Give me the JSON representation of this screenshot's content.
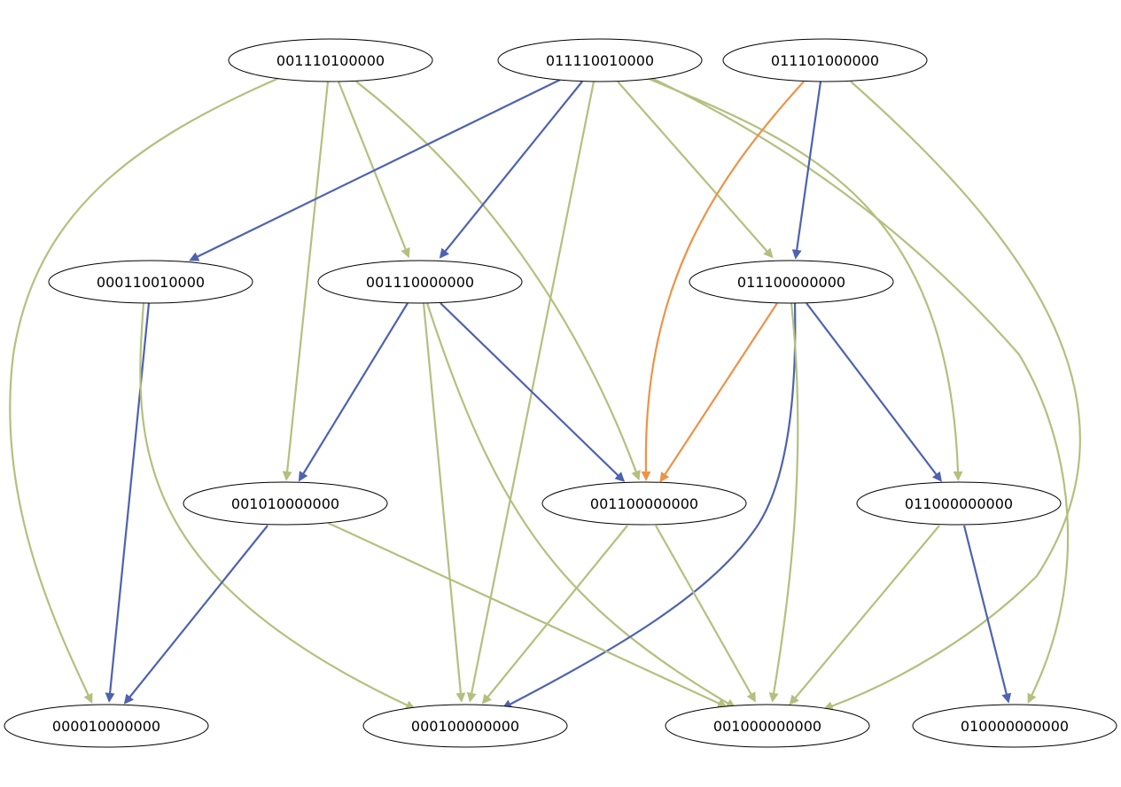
{
  "colors": {
    "green": "#b3c07e",
    "blue": "#4d62b0",
    "orange": "#ee9246",
    "node_stroke": "#000000"
  },
  "nodes": [
    {
      "id": "A",
      "label": "001110100000"
    },
    {
      "id": "B",
      "label": "011110010000"
    },
    {
      "id": "C",
      "label": "011101000000"
    },
    {
      "id": "D",
      "label": "000110010000"
    },
    {
      "id": "E",
      "label": "001110000000"
    },
    {
      "id": "F",
      "label": "011100000000"
    },
    {
      "id": "G",
      "label": "001010000000"
    },
    {
      "id": "H",
      "label": "001100000000"
    },
    {
      "id": "I",
      "label": "011000000000"
    },
    {
      "id": "J",
      "label": "000010000000"
    },
    {
      "id": "K",
      "label": "000100000000"
    },
    {
      "id": "L",
      "label": "001000000000"
    },
    {
      "id": "M",
      "label": "010000000000"
    }
  ],
  "edges": [
    {
      "from": "A",
      "to": "J",
      "color": "green"
    },
    {
      "from": "A",
      "to": "G",
      "color": "green"
    },
    {
      "from": "A",
      "to": "E",
      "color": "green"
    },
    {
      "from": "A",
      "to": "H",
      "color": "green"
    },
    {
      "from": "B",
      "to": "D",
      "color": "blue"
    },
    {
      "from": "B",
      "to": "E",
      "color": "blue"
    },
    {
      "from": "B",
      "to": "K",
      "color": "green"
    },
    {
      "from": "B",
      "to": "F",
      "color": "green"
    },
    {
      "from": "B",
      "to": "I",
      "color": "green"
    },
    {
      "from": "B",
      "to": "M",
      "color": "green"
    },
    {
      "from": "C",
      "to": "H",
      "color": "orange"
    },
    {
      "from": "C",
      "to": "F",
      "color": "blue"
    },
    {
      "from": "C",
      "to": "L",
      "color": "green"
    },
    {
      "from": "D",
      "to": "J",
      "color": "blue"
    },
    {
      "from": "D",
      "to": "K",
      "color": "green"
    },
    {
      "from": "E",
      "to": "G",
      "color": "blue"
    },
    {
      "from": "E",
      "to": "K",
      "color": "green"
    },
    {
      "from": "E",
      "to": "L",
      "color": "green"
    },
    {
      "from": "E",
      "to": "H",
      "color": "blue"
    },
    {
      "from": "F",
      "to": "H",
      "color": "orange"
    },
    {
      "from": "F",
      "to": "K",
      "color": "blue"
    },
    {
      "from": "F",
      "to": "L",
      "color": "green"
    },
    {
      "from": "F",
      "to": "I",
      "color": "blue"
    },
    {
      "from": "G",
      "to": "J",
      "color": "blue"
    },
    {
      "from": "G",
      "to": "L",
      "color": "green"
    },
    {
      "from": "H",
      "to": "K",
      "color": "green"
    },
    {
      "from": "H",
      "to": "L",
      "color": "green"
    },
    {
      "from": "I",
      "to": "L",
      "color": "green"
    },
    {
      "from": "I",
      "to": "M",
      "color": "blue"
    }
  ]
}
